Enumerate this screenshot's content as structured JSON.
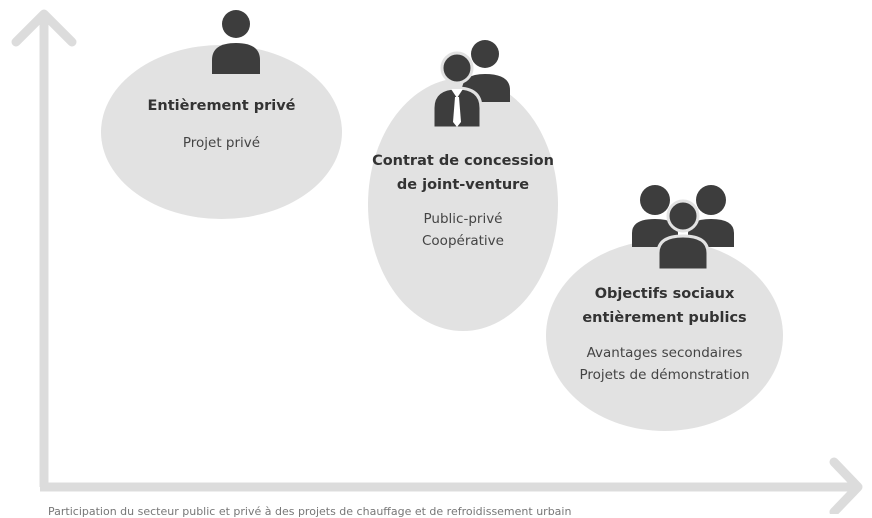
{
  "entities": [
    {
      "title": "Entièrement privé",
      "lines": [
        "Projet privé"
      ],
      "icon": "single-person-icon"
    },
    {
      "title_lines": [
        "Contrat de concession",
        "de joint-venture"
      ],
      "lines": [
        "Public-privé",
        "Coopérative"
      ],
      "icon": "business-pair-icon"
    },
    {
      "title_lines": [
        "Objectifs sociaux",
        "entièrement publics"
      ],
      "lines": [
        "Avantages secondaires",
        "Projets de démonstration"
      ],
      "icon": "group-icon"
    }
  ],
  "x_axis_caption": "Participation du secteur public et privé à des projets de chauffage et de refroidissement urbain",
  "colors": {
    "bubble": "#e2e2e2",
    "axis": "#dcdcdc",
    "icon": "#3d3d3d",
    "text": "#333333"
  }
}
